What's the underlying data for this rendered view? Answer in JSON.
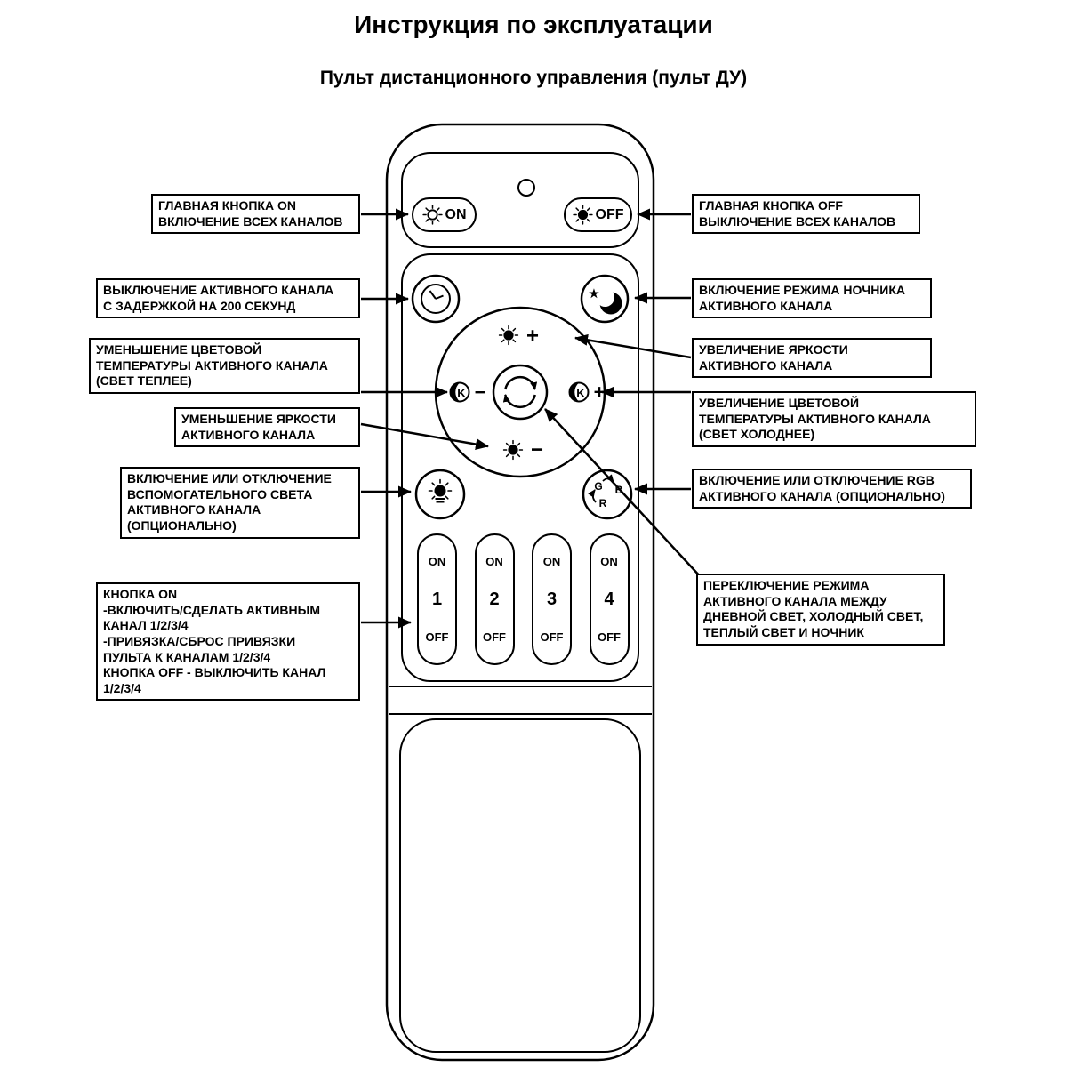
{
  "page": {
    "title": "Инструкция по эксплуатации",
    "subtitle": "Пульт дистанционного управления (пульт ДУ)"
  },
  "remote": {
    "main_on_label": "ON",
    "main_off_label": "OFF",
    "dial": {
      "brightness_up_sign": "+",
      "brightness_down_sign": "−",
      "temp_down_letter": "K",
      "temp_down_sign": "−",
      "temp_up_letter": "K",
      "temp_up_sign": "+"
    },
    "rgb_button": {
      "g": "G",
      "b": "B",
      "r": "R"
    },
    "icons": {
      "star": "★"
    },
    "channels": [
      {
        "on": "ON",
        "num": "1",
        "off": "OFF"
      },
      {
        "on": "ON",
        "num": "2",
        "off": "OFF"
      },
      {
        "on": "ON",
        "num": "3",
        "off": "OFF"
      },
      {
        "on": "ON",
        "num": "4",
        "off": "OFF"
      }
    ]
  },
  "callouts": {
    "left": [
      {
        "text": "ГЛАВНАЯ КНОПКА ON\nВКЛЮЧЕНИЕ ВСЕХ КАНАЛОВ"
      },
      {
        "text": "ВЫКЛЮЧЕНИЕ АКТИВНОГО КАНАЛА\nС ЗАДЕРЖКОЙ НА 200 СЕКУНД"
      },
      {
        "text": "УМЕНЬШЕНИЕ ЦВЕТОВОЙ\nТЕМПЕРАТУРЫ АКТИВНОГО КАНАЛА\n(СВЕТ ТЕПЛЕЕ)"
      },
      {
        "text": "УМЕНЬШЕНИЕ ЯРКОСТИ\nАКТИВНОГО КАНАЛА"
      },
      {
        "text": "ВКЛЮЧЕНИЕ ИЛИ ОТКЛЮЧЕНИЕ\nВСПОМОГАТЕЛЬНОГО СВЕТА\nАКТИВНОГО КАНАЛА\n(ОПЦИОНАЛЬНО)"
      },
      {
        "text": "КНОПКА ON\n-ВКЛЮЧИТЬ/СДЕЛАТЬ АКТИВНЫМ\nКАНАЛ 1/2/3/4\n-ПРИВЯЗКА/СБРОС ПРИВЯЗКИ\nПУЛЬТА К КАНАЛАМ 1/2/3/4\nКНОПКА OFF - ВЫКЛЮЧИТЬ КАНАЛ\n1/2/3/4"
      }
    ],
    "right": [
      {
        "text": "ГЛАВНАЯ КНОПКА OFF\nВЫКЛЮЧЕНИЕ ВСЕХ КАНАЛОВ"
      },
      {
        "text": "ВКЛЮЧЕНИЕ РЕЖИМА НОЧНИКА\nАКТИВНОГО КАНАЛА"
      },
      {
        "text": "УВЕЛИЧЕНИЕ ЯРКОСТИ\nАКТИВНОГО КАНАЛА"
      },
      {
        "text": "УВЕЛИЧЕНИЕ ЦВЕТОВОЙ\nТЕМПЕРАТУРЫ АКТИВНОГО КАНАЛА\n(СВЕТ ХОЛОДНЕЕ)"
      },
      {
        "text": "ВКЛЮЧЕНИЕ ИЛИ ОТКЛЮЧЕНИЕ RGB\nАКТИВНОГО КАНАЛА (ОПЦИОНАЛЬНО)"
      },
      {
        "text": "ПЕРЕКЛЮЧЕНИЕ РЕЖИМА\nАКТИВНОГО КАНАЛА МЕЖДУ\nДНЕВНОЙ СВЕТ, ХОЛОДНЫЙ СВЕТ,\nТЕПЛЫЙ СВЕТ И НОЧНИК"
      }
    ]
  },
  "colors": {
    "ink": "#000000",
    "background": "#ffffff"
  }
}
